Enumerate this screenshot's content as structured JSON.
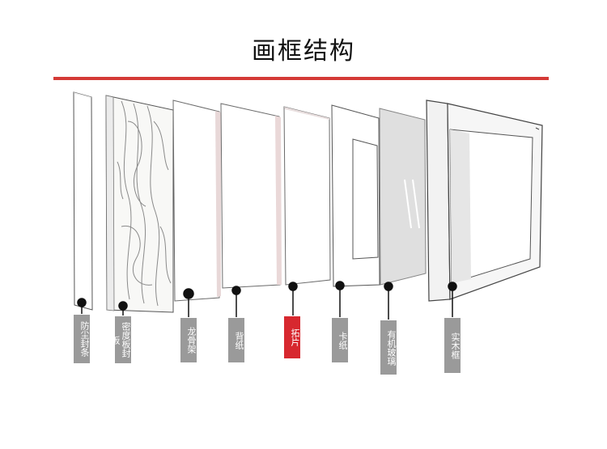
{
  "title": "画框结构",
  "colors": {
    "rule": "#d43a36",
    "label": "#9a9a9a",
    "label_active": "#d7282f"
  },
  "layers": [
    {
      "id": "dust-cover",
      "label": "防尘封条",
      "active": false
    },
    {
      "id": "back-board",
      "label": "密度板封板",
      "active": false
    },
    {
      "id": "keel-frame",
      "label": "龙骨架",
      "active": false
    },
    {
      "id": "backing-paper",
      "label": "背纸",
      "active": false
    },
    {
      "id": "artwork",
      "label": "拓片",
      "active": true
    },
    {
      "id": "mat-board",
      "label": "卡纸",
      "active": false
    },
    {
      "id": "acrylic",
      "label": "有机玻璃",
      "active": false
    },
    {
      "id": "wood-frame",
      "label": "实木框",
      "active": false
    }
  ]
}
